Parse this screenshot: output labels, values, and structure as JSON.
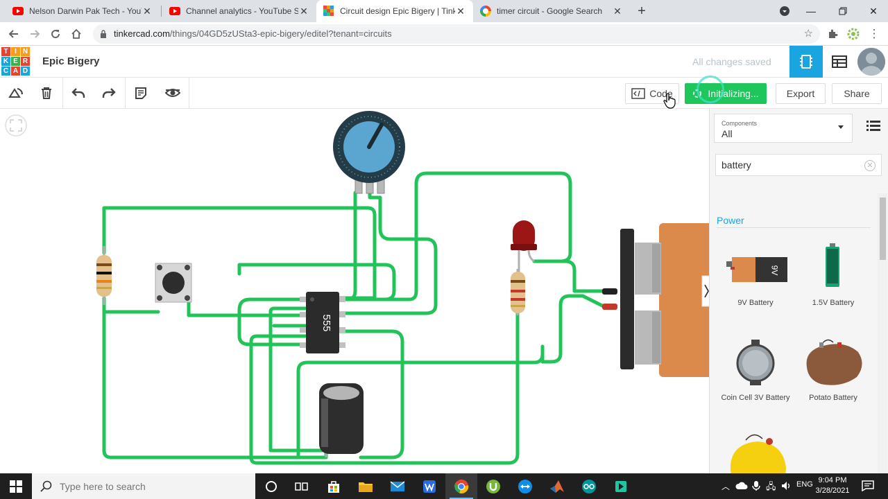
{
  "browser": {
    "tabs": [
      {
        "title": "Nelson Darwin Pak Tech - YouTube",
        "icon": "youtube-icon"
      },
      {
        "title": "Channel analytics - YouTube Studio",
        "icon": "youtube-icon"
      },
      {
        "title": "Circuit design Epic Bigery | Tinkercad",
        "icon": "tinkercad-icon"
      },
      {
        "title": "timer circuit - Google Search",
        "icon": "google-icon"
      }
    ],
    "url_host": "tinkercad.com",
    "url_path": "/things/04GD5zUSta3-epic-bigery/editel?tenant=circuits"
  },
  "header": {
    "logo_letters": [
      "T",
      "I",
      "N",
      "K",
      "E",
      "R",
      "C",
      "A",
      "D"
    ],
    "project_title": "Epic Bigery",
    "save_status": "All changes saved"
  },
  "toolbar": {
    "code_label": "Code",
    "initializing_label": "Initializing...",
    "export_label": "Export",
    "share_label": "Share"
  },
  "circuit": {
    "chip_label": "555"
  },
  "panel": {
    "components_label": "Components",
    "components_value": "All",
    "search_value": "battery",
    "category": "Power",
    "items": [
      {
        "label": "9V Battery"
      },
      {
        "label": "1.5V Battery"
      },
      {
        "label": "Coin Cell 3V Battery"
      },
      {
        "label": "Potato Battery"
      }
    ],
    "battery_text": "9V"
  },
  "taskbar": {
    "search_placeholder": "Type here to search",
    "time": "9:04 PM",
    "date": "3/28/2021"
  },
  "colors": {
    "wire": "#22c45a",
    "accent": "#1aa5e0",
    "init_green": "#1ec65b"
  }
}
